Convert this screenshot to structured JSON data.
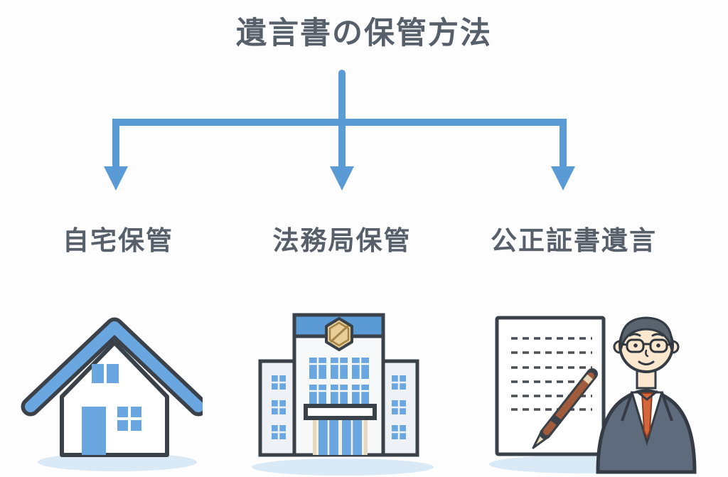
{
  "title": "遺言書の保管方法",
  "branches": [
    {
      "label": "自宅保管",
      "icon": "house-icon"
    },
    {
      "label": "法務局保管",
      "icon": "government-building-icon"
    },
    {
      "label": "公正証書遺言",
      "icon": "notary-document-icon"
    }
  ],
  "colors": {
    "background": "#fdfdfd",
    "arrow_blue": "#5b9bd5",
    "text_dark": "#565f6a",
    "outline_dark": "#3a4149",
    "illustration_blue": "#6aa7e0",
    "shadow_blue": "#d9e9f6",
    "wall_light": "#eef1f5",
    "suit_gray": "#5e6b7c",
    "tie_orange": "#d4673a",
    "skin": "#fbe7cd",
    "hair_gray": "#59646f",
    "pen_brown": "#a05a3c",
    "emblem_gold": "#e9cf97"
  }
}
